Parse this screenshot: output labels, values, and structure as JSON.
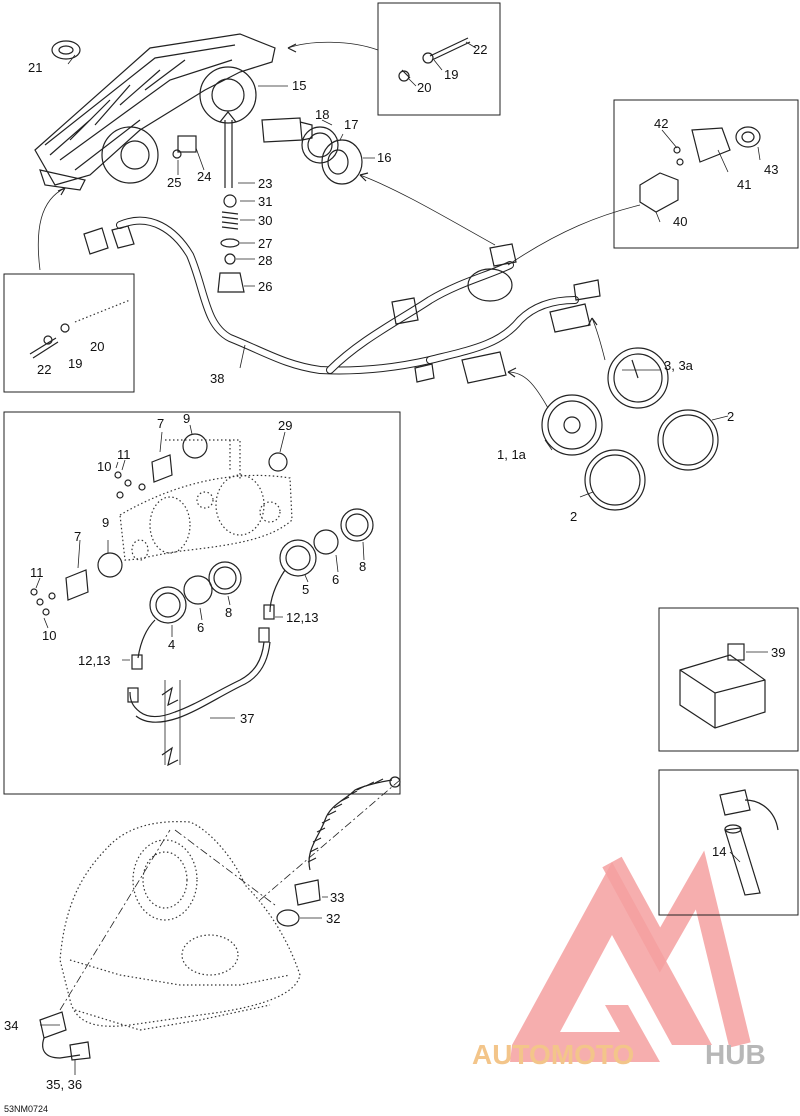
{
  "diagram_code": "53NM0724",
  "callouts": {
    "c1": "1, 1a",
    "c2a": "2",
    "c2b": "2",
    "c3": "3, 3a",
    "c4": "4",
    "c5": "5",
    "c6a": "6",
    "c6b": "6",
    "c7a": "7",
    "c7b": "7",
    "c8a": "8",
    "c8b": "8",
    "c9a": "9",
    "c9b": "9",
    "c10a": "10",
    "c10b": "10",
    "c11a": "11",
    "c11b": "11",
    "c12a": "12,13",
    "c12b": "12,13",
    "c14": "14",
    "c15": "15",
    "c16": "16",
    "c17": "17",
    "c18": "18",
    "c19a": "19",
    "c19b": "19",
    "c20a": "20",
    "c20b": "20",
    "c21": "21",
    "c22a": "22",
    "c22b": "22",
    "c23": "23",
    "c24": "24",
    "c25": "25",
    "c26": "26",
    "c27": "27",
    "c28": "28",
    "c29": "29",
    "c30": "30",
    "c31": "31",
    "c32": "32",
    "c33": "33",
    "c34": "34",
    "c35": "35, 36",
    "c37": "37",
    "c38": "38",
    "c39": "39",
    "c40": "40",
    "c41": "41",
    "c42": "42",
    "c43": "43"
  },
  "watermark": {
    "part1": "AUTOMOTO",
    "part2": "HUB",
    "accent_color": "#f08080"
  }
}
